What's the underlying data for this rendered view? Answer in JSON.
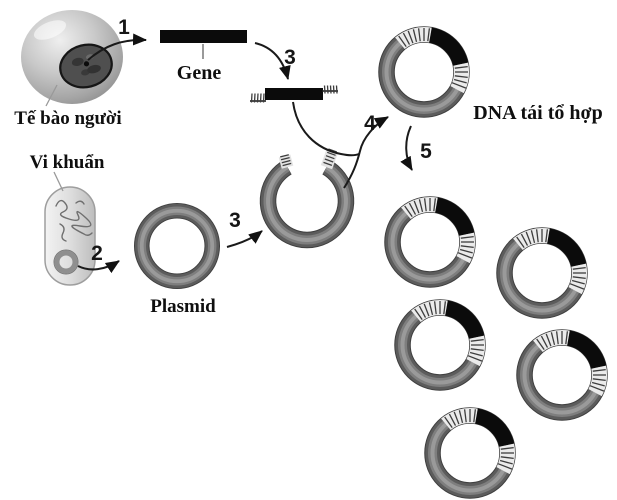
{
  "figure": {
    "type": "diagram",
    "subject": "recombinant-dna-cloning-process",
    "labels": {
      "human_cell": "Tế bào người",
      "bacterium": "Vi khuẩn",
      "gene": "Gene",
      "plasmid": "Plasmid",
      "recombinant_dna": "DNA tái tổ hợp"
    },
    "steps": {
      "step1": "1",
      "step2": "2",
      "step3_gene": "3",
      "step3_plasmid": "3",
      "step4": "4",
      "step5": "5"
    },
    "colors": {
      "background": "#ffffff",
      "ring_gray": "#5c5c5c",
      "insert_black": "#0b0b0b",
      "sticky_end_bg": "#ebebeb",
      "text": "#111111"
    },
    "recombinant_copy_count": 5
  }
}
